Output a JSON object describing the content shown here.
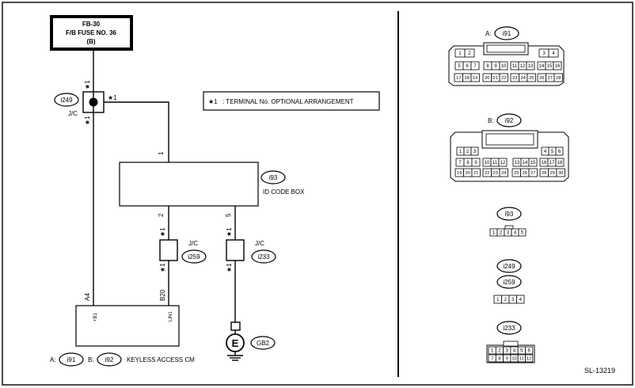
{
  "diagram_id": "SL-13219",
  "fuse": {
    "line1": "FB-30",
    "line2": "F/B FUSE NO. 36",
    "line3": "(B)"
  },
  "note": {
    "star": "★1",
    "text": ": TERMINAL No. OPTIONAL ARRANGEMENT"
  },
  "star_mark": "★1",
  "jc_label": "J/C",
  "i249": {
    "id": "i249"
  },
  "id_code_box": {
    "connector": "i93",
    "name": "ID CODE BOX",
    "pin_top": "1",
    "pin_left": "2",
    "pin_right": "5"
  },
  "jc_i259": {
    "connector": "i259"
  },
  "jc_i233": {
    "connector": "i233"
  },
  "keyless": {
    "name": "KEYLESS ACCESS CM",
    "pin_a": "A4",
    "pin_b": "B20",
    "term_left": "+B1",
    "term_right": "LIN1",
    "conn_a_prefix": "A:",
    "conn_a": "i91",
    "conn_b_prefix": "B:",
    "conn_b": "i92"
  },
  "ground": {
    "symbol": "E",
    "id": "GB2"
  },
  "connectors": {
    "a": {
      "prefix": "A:",
      "id": "i91",
      "row1": [
        "1",
        "2",
        "3",
        "4"
      ],
      "row2": [
        "5",
        "6",
        "7",
        "8",
        "9",
        "10",
        "11",
        "12",
        "13",
        "14",
        "15",
        "16"
      ],
      "row3": [
        "17",
        "18",
        "19",
        "20",
        "21",
        "22",
        "23",
        "24",
        "25",
        "26",
        "27",
        "28"
      ]
    },
    "b": {
      "prefix": "B:",
      "id": "i92",
      "row1": [
        "1",
        "2",
        "3",
        "4",
        "5",
        "6"
      ],
      "row2": [
        "7",
        "8",
        "9",
        "10",
        "11",
        "12",
        "13",
        "14",
        "15",
        "16",
        "17",
        "18"
      ],
      "row3": [
        "19",
        "20",
        "21",
        "22",
        "23",
        "24",
        "25",
        "26",
        "27",
        "28",
        "29",
        "30"
      ]
    },
    "i93": {
      "id": "i93",
      "pins": [
        "1",
        "2",
        "3",
        "4",
        "5"
      ]
    },
    "i249_i259": {
      "id1": "i249",
      "id2": "i259",
      "pins": [
        "1",
        "2",
        "3",
        "4"
      ]
    },
    "i233": {
      "id": "i233",
      "row1": [
        "1",
        "2",
        "3",
        "4",
        "5",
        "6"
      ],
      "row2": [
        "7",
        "8",
        "9",
        "10",
        "11",
        "12"
      ]
    }
  }
}
